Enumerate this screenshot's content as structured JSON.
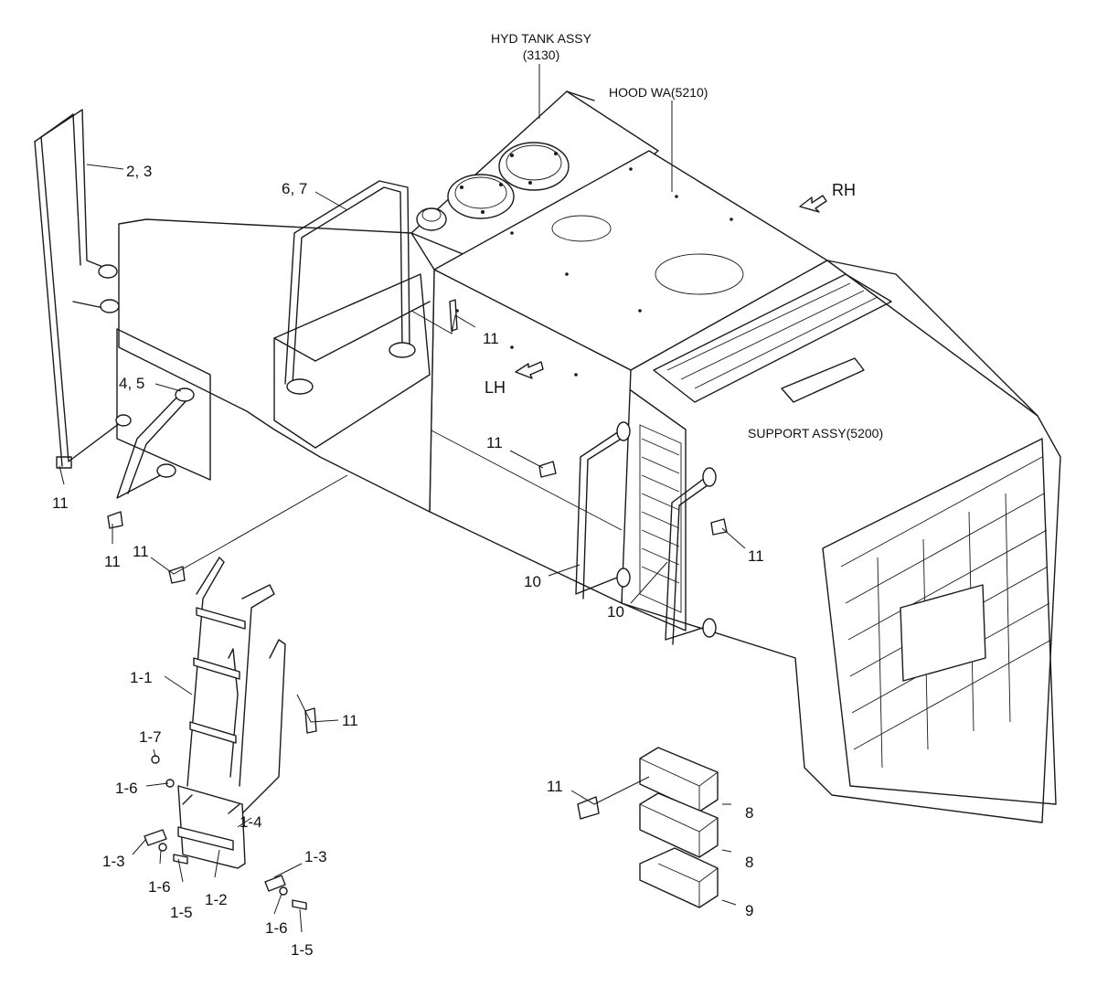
{
  "assembly_labels": {
    "hyd_tank_line1": "HYD TANK ASSY",
    "hyd_tank_line2": "(3130)",
    "hood": "HOOD WA(5210)",
    "support": "SUPPORT ASSY(5200)",
    "rh": "RH",
    "lh": "LH"
  },
  "callouts": {
    "p2_3": "2, 3",
    "p6_7": "6, 7",
    "p4_5": "4, 5",
    "p11": "11",
    "p10": "10",
    "p1_1": "1-1",
    "p1_2": "1-2",
    "p1_3": "1-3",
    "p1_4": "1-4",
    "p1_5": "1-5",
    "p1_6": "1-6",
    "p1_7": "1-7",
    "p8": "8",
    "p9": "9"
  },
  "colors": {
    "line": "#1a1a1a",
    "background": "#ffffff"
  }
}
